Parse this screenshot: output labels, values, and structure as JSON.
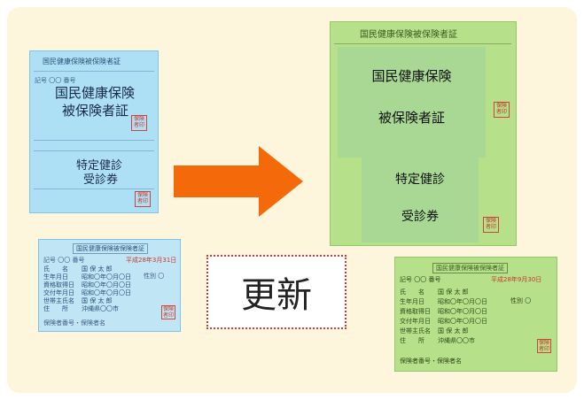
{
  "panel": {
    "bg": "#fdf6dc"
  },
  "old_card": {
    "title": "国民健康保険被保険者証",
    "big_line1": "国民健康保険",
    "big_line2": "被保険者証",
    "sub_line1": "特定健診",
    "sub_line2": "受診券",
    "seal": "保険者印"
  },
  "old_small": {
    "title": "国民健康保険被保険者証",
    "expiry": "平成28年3月31日",
    "rows": [
      {
        "k": "氏　　名",
        "v": "国 保 太 郎"
      },
      {
        "k": "生年月日",
        "v": "昭和〇年〇月〇日"
      },
      {
        "k": "資格取得日",
        "v": "昭和〇年〇月〇日"
      },
      {
        "k": "交付年月日",
        "v": "昭和〇年〇月〇日"
      },
      {
        "k": "世帯主氏名",
        "v": "国 保 太 郎"
      },
      {
        "k": "住　　所",
        "v": "沖縄県〇〇市"
      }
    ],
    "footer": "保険者番号・保険者名",
    "sex": "性別 〇",
    "seal": "保険者印"
  },
  "new_card": {
    "title": "国民健康保険被保険者証",
    "big_line1": "国民健康保険",
    "big_line2": "被保険者証",
    "sub_line1": "特定健診",
    "sub_line2": "受診券",
    "seal": "保険者印"
  },
  "new_small": {
    "title": "国民健康保険被保険者証",
    "expiry": "平成28年9月30日",
    "rows": [
      {
        "k": "氏　　名",
        "v": "国 保 太 郎"
      },
      {
        "k": "生年月日",
        "v": "昭和〇年〇月〇日"
      },
      {
        "k": "資格取得日",
        "v": "昭和〇年〇月〇日"
      },
      {
        "k": "交付年月日",
        "v": "昭和〇年〇月〇日"
      },
      {
        "k": "世帯主氏名",
        "v": "国 保 太 郎"
      },
      {
        "k": "住　　所",
        "v": "沖縄県〇〇市"
      }
    ],
    "footer": "保険者番号・保険者名",
    "sex": "性別 〇",
    "seal": "保険者印"
  },
  "update_label": "更新",
  "colors": {
    "arrow": "#f46a0a",
    "border": "#d63a2a",
    "blue": "#aee0f5",
    "green": "#b7e08a"
  }
}
